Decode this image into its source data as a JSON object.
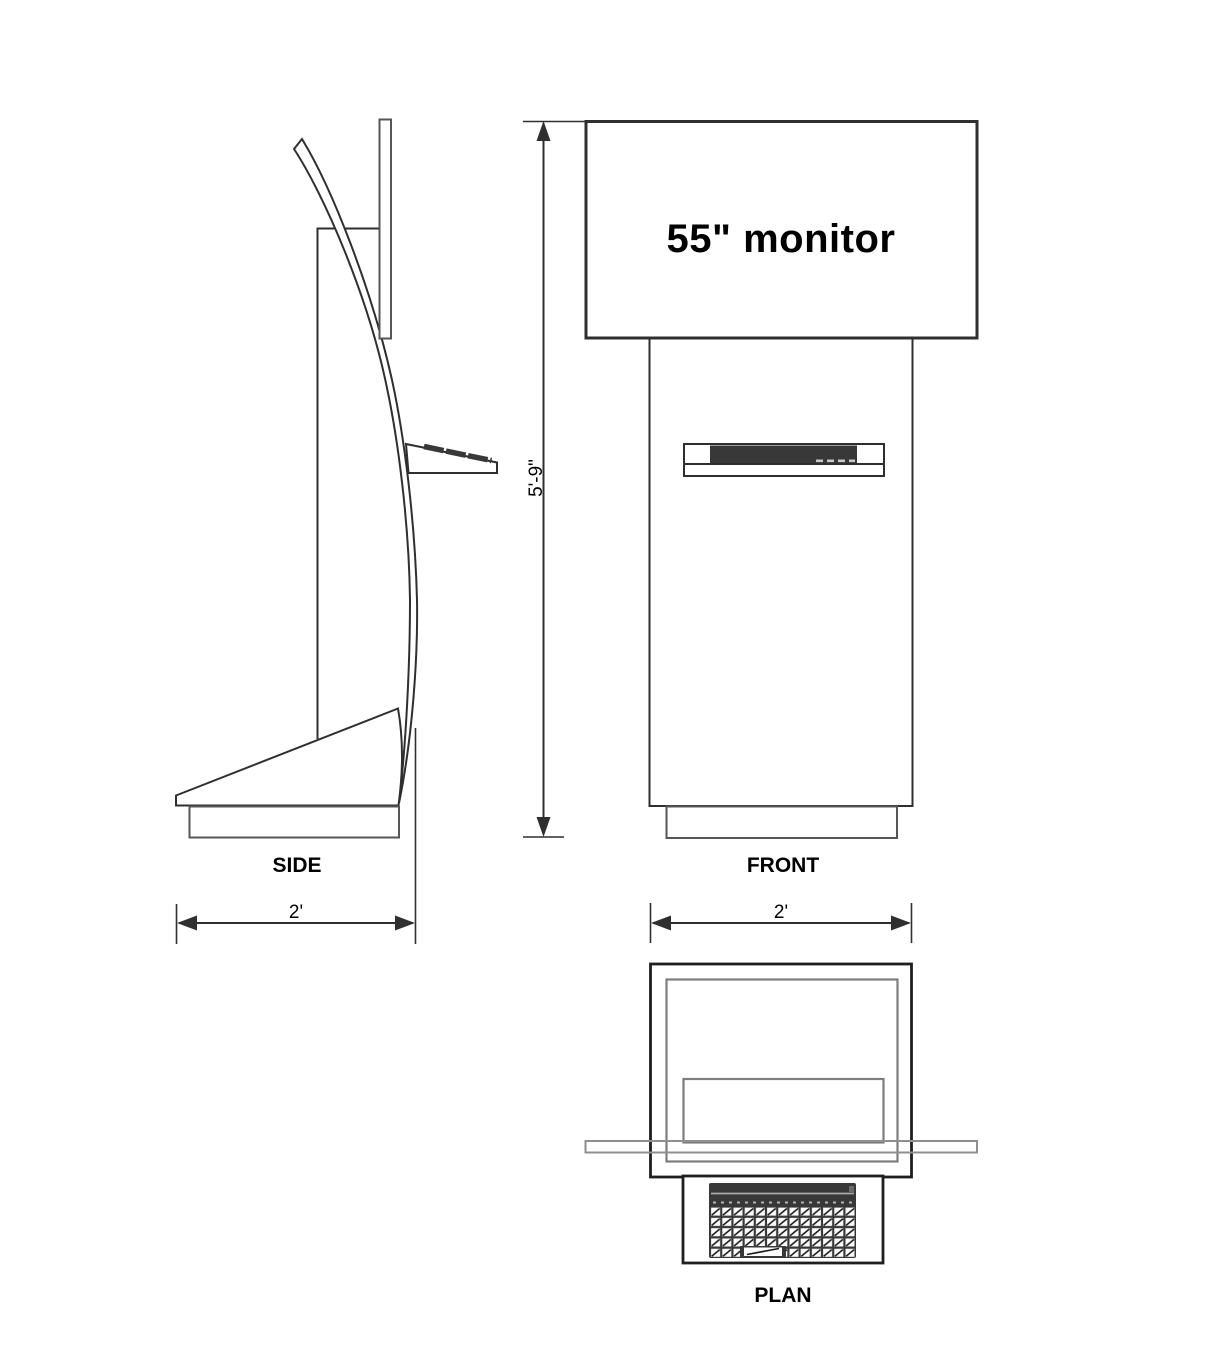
{
  "drawing": {
    "monitor_label": "55\" monitor",
    "height_dimension": "5'-9\"",
    "side": {
      "label": "SIDE",
      "width_dimension": "2'"
    },
    "front": {
      "label": "FRONT",
      "width_dimension": "2'"
    },
    "plan": {
      "label": "PLAN"
    }
  },
  "colors": {
    "line": "#2f2f2f",
    "line_secondary": "#565656",
    "line_light": "#7d7d7d",
    "keyboard_dark": "#383838",
    "background": "#ffffff"
  }
}
